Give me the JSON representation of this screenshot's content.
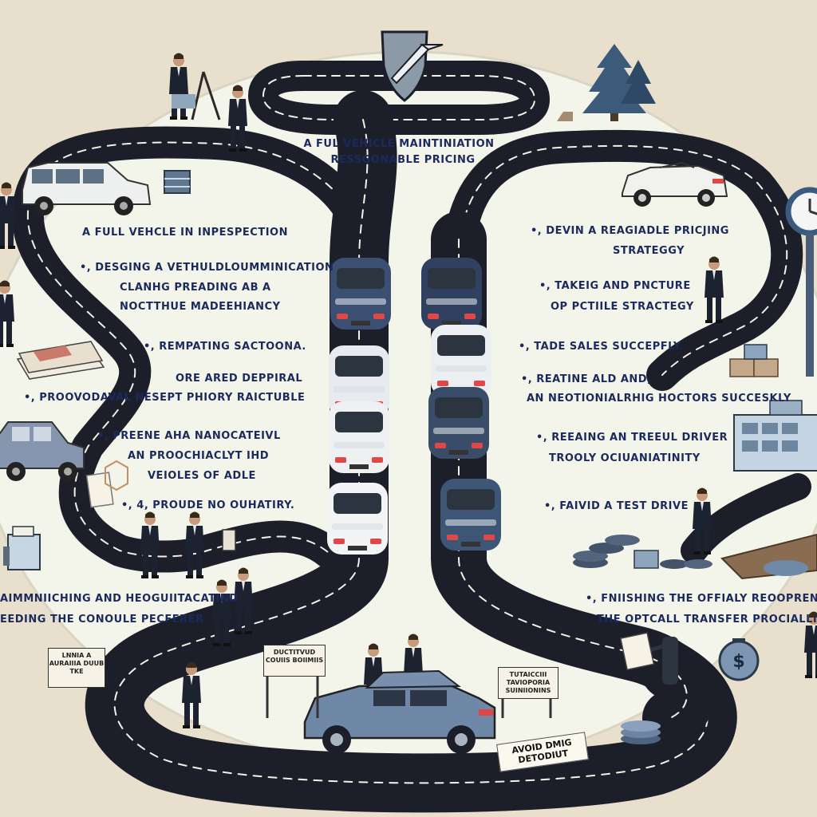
{
  "title": {
    "line1": "A FUL VEHICLE MAINTINIATION",
    "line2": "RESSGONABLE PRICING"
  },
  "left_steps": [
    "A FULL VEHCLE IN INPESPECTION",
    "•, DESGING A VETHULDLOUMMINICATION",
    "CLANHG PREADING AB A",
    "NOCTTHUE MADEEHIANCY",
    "•, REMPATING SACTOONA.",
    "ORE ARED DEPPIRAL",
    "•, PROOVODAVAL NESEPT PHIORY RAICTUBLE",
    "•, PREENE AHA NANOCATEIVL",
    "AN PROOCHIACLYT IHD",
    "VEIOLES OF ADLE",
    "•, 4, PROUDE NO OUHATIRY.",
    "AIMMNIICHING AND HEOGUIITACATIND",
    "EEDING THE CONOULE PECFERER"
  ],
  "right_steps": [
    "•, DEVIN A REAGIADLE PRICJING",
    "STRATEGGY",
    "•, TAKEIG AND PNCTURE",
    "OP PCTIILE STRACTEGY",
    "•, TADE SALES SUCCEPFLY.",
    "•, REATINE ALD AND,",
    "AN NEOTIONIALRHIG HOCTORS SUCCESKLY",
    "•, REEAING AN TREEUL DRIVER",
    "TROOLY OCIUANIATINITY",
    "•, FAIVID A TEST DRIVE",
    "•, FNIISHING THE OFFIALY REOOPRENIALY",
    "THE OPTCALL TRANSFER PROCIALLI"
  ],
  "signs": {
    "bottom_left": "LNNIA A AURAIIIA DUUB TKE",
    "center": "DUCTITVUD COUIIS BOIIMIIS",
    "right": "TUTAICCIII TAVIOPORIA SUINIIONINS"
  },
  "bottom_paper": "AVOID DMIG DETODIUT",
  "icons": [
    "shield-icon",
    "pine-tree-icon",
    "clock-icon",
    "dollar-coin-icon",
    "car-icon",
    "person-icon"
  ],
  "colors": {
    "background": "#e9dfcd",
    "oval": "#f3f4ea",
    "road": "#1c1f2a",
    "road_dash": "#f4f1e6",
    "text": "#1b2a5c"
  }
}
